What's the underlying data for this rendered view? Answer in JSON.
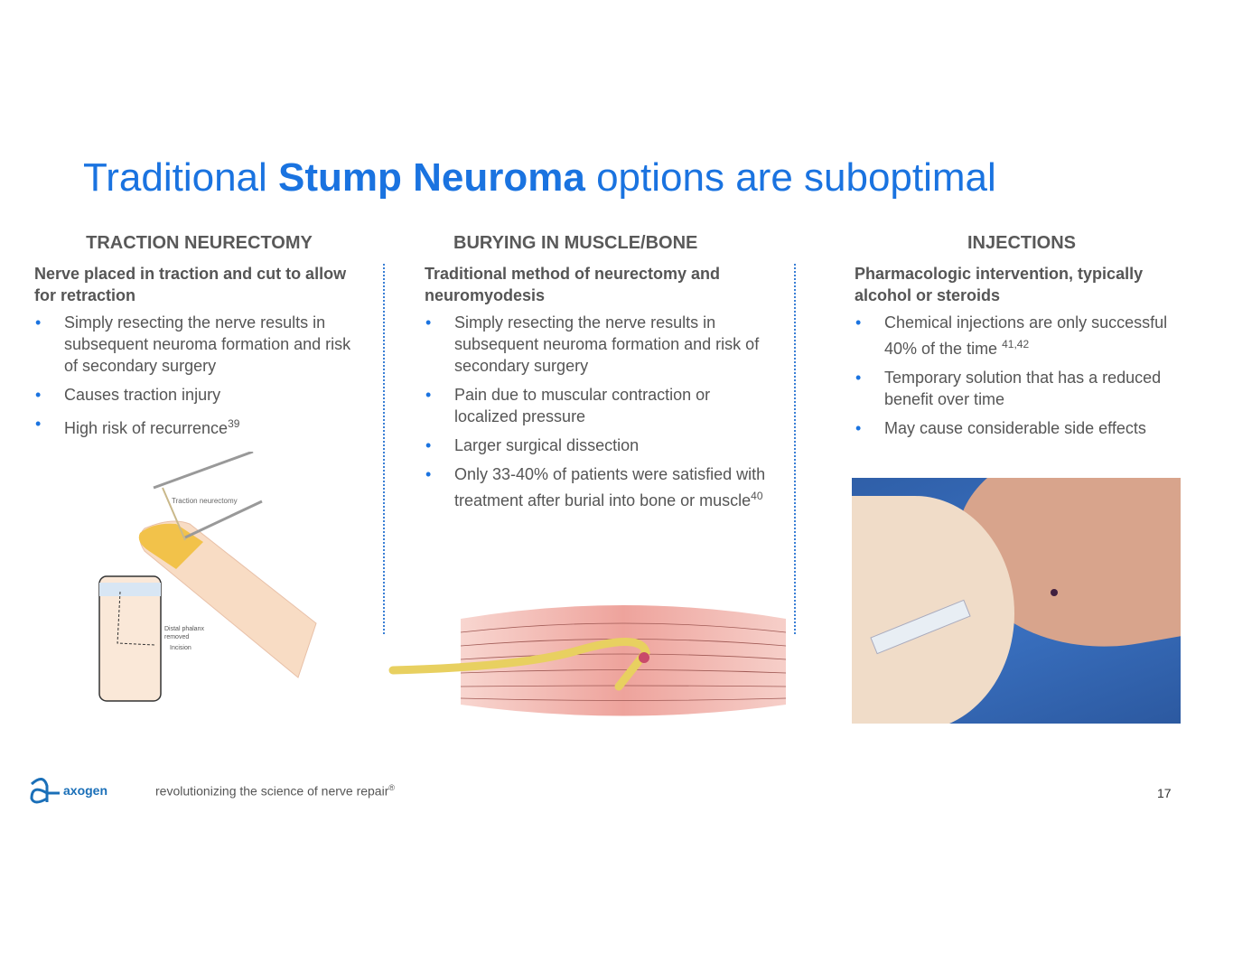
{
  "title": {
    "pre": "Traditional ",
    "bold": "Stump Neuroma",
    "post": " options are suboptimal"
  },
  "columns": [
    {
      "heading": "TRACTION NEURECTOMY",
      "lead": "Nerve placed in traction and cut to allow for retraction",
      "bullets": [
        {
          "text": "Simply resecting the nerve results in subsequent neuroma formation and risk of secondary surgery",
          "ref": ""
        },
        {
          "text": "Causes traction injury",
          "ref": ""
        },
        {
          "text": "High risk of recurrence",
          "ref": "39"
        }
      ]
    },
    {
      "heading": "BURYING IN MUSCLE/BONE",
      "lead": "Traditional method of neurectomy and neuromyodesis",
      "bullets": [
        {
          "text": "Simply resecting the nerve results in subsequent neuroma formation and risk of secondary surgery",
          "ref": ""
        },
        {
          "text": "Pain due to muscular contraction or localized pressure",
          "ref": ""
        },
        {
          "text": "Larger surgical dissection",
          "ref": ""
        },
        {
          "text": "Only 33-40% of patients were satisfied with treatment after burial into bone or muscle",
          "ref": "40"
        }
      ]
    },
    {
      "heading": "INJECTIONS",
      "lead": "Pharmacologic intervention, typically alcohol or steroids",
      "bullets": [
        {
          "text": "Chemical injections are only successful 40% of the time",
          "ref": "41,42"
        },
        {
          "text": "Temporary solution that has a reduced benefit over time",
          "ref": ""
        },
        {
          "text": "May cause considerable side effects",
          "ref": ""
        }
      ]
    }
  ],
  "illustration": {
    "traction_label": "Traction neurectomy",
    "phalanx_label_1": "Distal phalanx",
    "phalanx_label_2": "removed",
    "incision_label": "Incision"
  },
  "footer": {
    "logo": "axogen",
    "tagline": "revolutionizing the science of nerve repair",
    "reg": "®",
    "page": "17"
  }
}
